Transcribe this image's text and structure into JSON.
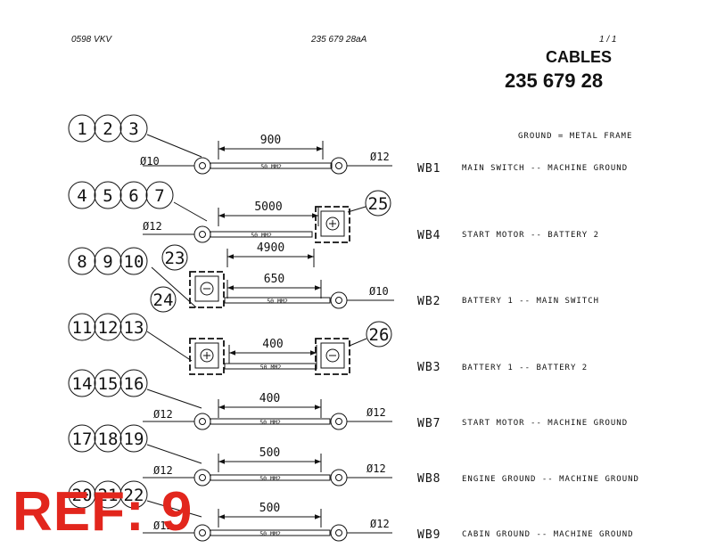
{
  "header": {
    "left": "0598 VKV",
    "center": "235 679 28aA",
    "right": "1 / 1",
    "title": "CABLES",
    "number": "235 679 28"
  },
  "ground_note": "GROUND = METAL FRAME",
  "cables": [
    {
      "balloons": [
        "1",
        "2",
        "3"
      ],
      "length": "900",
      "left_dia": "Ø10",
      "right_dia": "Ø12",
      "section": "50 MM2",
      "code": "WB1",
      "desc": "MAIN SWITCH -- MACHINE GROUND"
    },
    {
      "balloons": [
        "4",
        "5",
        "6",
        "7"
      ],
      "length": "5000",
      "second_length": "4900",
      "left_dia": "Ø12",
      "right_balloon": "25",
      "section": "50 MM2",
      "code": "WB4",
      "desc": "START MOTOR -- BATTERY 2"
    },
    {
      "balloons": [
        "8",
        "9",
        "10"
      ],
      "left_balloon": "23",
      "length": "650",
      "right_dia": "Ø10",
      "section": "50 MM2",
      "code": "WB2",
      "desc": "BATTERY 1  -- MAIN SWITCH"
    },
    {
      "balloons": [
        "11",
        "12",
        "13"
      ],
      "left_balloon": "24",
      "right_balloon": "26",
      "length": "400",
      "section": "50 MM2",
      "code": "WB3",
      "desc": "BATTERY 1 -- BATTERY 2"
    },
    {
      "balloons": [
        "14",
        "15",
        "16"
      ],
      "length": "400",
      "left_dia": "Ø12",
      "right_dia": "Ø12",
      "section": "50 MM2",
      "code": "WB7",
      "desc": "START MOTOR -- MACHINE GROUND"
    },
    {
      "balloons": [
        "17",
        "18",
        "19"
      ],
      "length": "500",
      "left_dia": "Ø12",
      "right_dia": "Ø12",
      "section": "50 MM2",
      "code": "WB8",
      "desc": "ENGINE GROUND -- MACHINE GROUND"
    },
    {
      "balloons": [
        "20",
        "21",
        "22"
      ],
      "length": "500",
      "left_dia": "Ø12",
      "right_dia": "Ø12",
      "section": "50 MM2",
      "code": "WB9",
      "desc": "CABIN GROUND -- MACHINE GROUND"
    }
  ],
  "stamp": "REF: 9"
}
